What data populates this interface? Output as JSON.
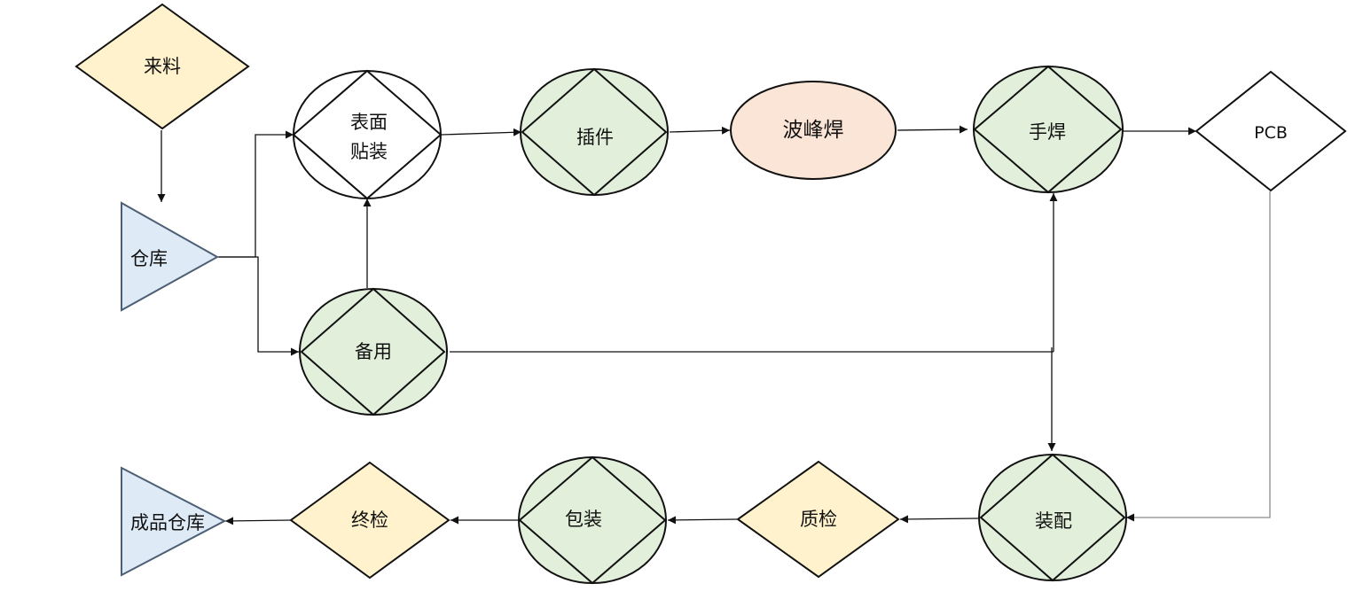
{
  "colors": {
    "yellow": "#fff2cc",
    "green": "#e2efda",
    "blue": "#deebf7",
    "blueStroke": "#4d5f75",
    "peach": "#fbe5d6",
    "white": "#ffffff",
    "line": "#111111",
    "lineGrey": "#8c8c8c"
  },
  "nodes": {
    "incoming": {
      "label": "来料"
    },
    "warehouse": {
      "label": "仓库"
    },
    "smt": {
      "label_line1": "表面",
      "label_line2": "贴装"
    },
    "spare": {
      "label": "备用"
    },
    "insertion": {
      "label": "插件"
    },
    "wave_solder": {
      "label": "波峰焊"
    },
    "hand_solder": {
      "label": "手焊"
    },
    "pcb": {
      "label": "PCB"
    },
    "assembly": {
      "label": "装配"
    },
    "qc": {
      "label": "质检"
    },
    "packaging": {
      "label": "包装"
    },
    "final_check": {
      "label": "终检"
    },
    "finished_warehouse": {
      "label": "成品仓库"
    }
  }
}
